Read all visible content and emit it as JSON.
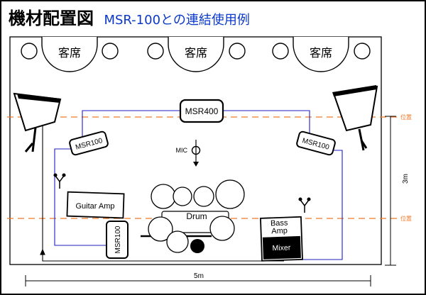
{
  "title": {
    "main": "機材配置図",
    "sub": "MSR-100との連結使用例"
  },
  "seats": [
    "客席",
    "客席",
    "客席"
  ],
  "devices": {
    "msr400": "MSR400",
    "msr100_left": "MSR100",
    "msr100_right": "MSR100",
    "msr100_bottom": "MSR100",
    "mic": "MIC",
    "guitar_amp": "Guitar Amp",
    "drum": "Drum",
    "bass_amp": "Bass\nAmp",
    "mixer": "Mixer"
  },
  "markers": {
    "position_top": "位置",
    "position_bottom": "位置"
  },
  "dimensions": {
    "width": "5m",
    "depth": "3m"
  },
  "colors": {
    "cable": "#1c1cc8",
    "guide_line": "#f07a28",
    "title_accent": "#0a38c8"
  }
}
